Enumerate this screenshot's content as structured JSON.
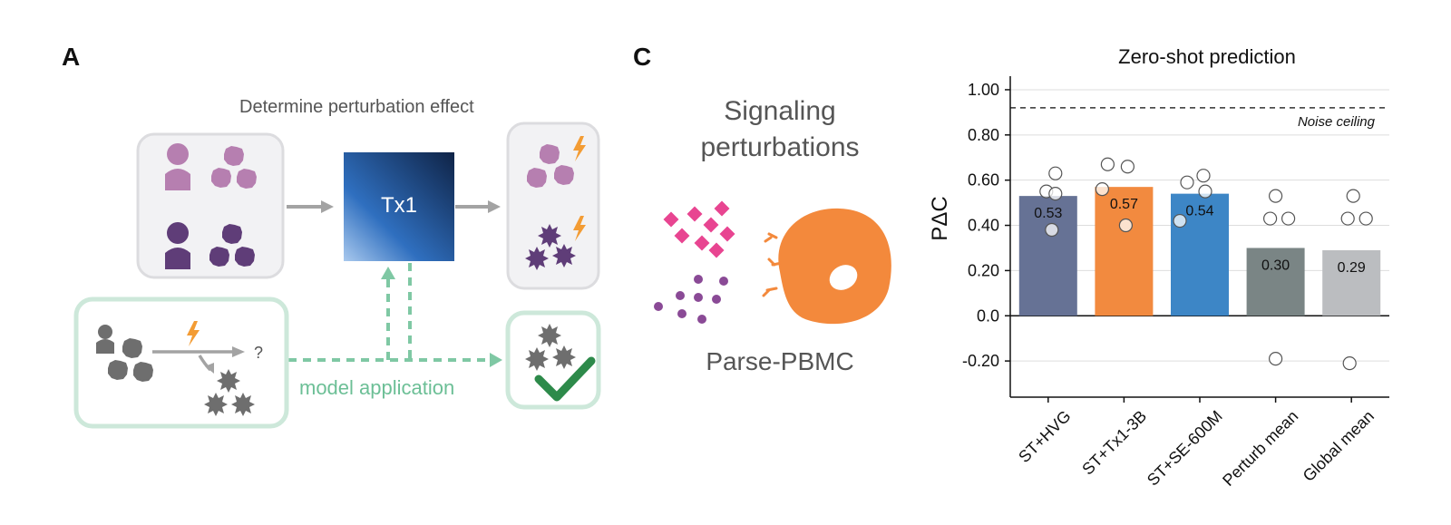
{
  "panel_a": {
    "letter": "A",
    "subtitle": "Determine perturbation effect",
    "model_label": "Tx1",
    "question_mark": "?",
    "application_label": "model application",
    "colors": {
      "pink": "#b67fb0",
      "purple": "#5f3d78",
      "gray": "#6e6e6e",
      "green": "#7fc8a4",
      "blue": "#1f4f98",
      "orange": "#f39c34"
    }
  },
  "panel_c": {
    "letter": "C",
    "title_line1": "Signaling",
    "title_line2": "perturbations",
    "dataset_label": "Parse-PBMC",
    "colors": {
      "cell": "#f3893c",
      "pink": "#e84591",
      "purple": "#8a4a96"
    }
  },
  "chart_data": {
    "type": "bar",
    "title": "Zero-shot prediction",
    "ylabel": "PΔC",
    "xlabel": "",
    "ylim": [
      -0.36,
      1.06
    ],
    "yticks": [
      {
        "value": 1.0,
        "label": "1.00"
      },
      {
        "value": 0.8,
        "label": "0.80"
      },
      {
        "value": 0.6,
        "label": "0.60"
      },
      {
        "value": 0.4,
        "label": "0.40"
      },
      {
        "value": 0.2,
        "label": "0.20"
      },
      {
        "value": 0.0,
        "label": "0.0"
      },
      {
        "value": -0.2,
        "label": "-0.20"
      }
    ],
    "grid": true,
    "noise_ceiling": {
      "value": 0.92,
      "label": "Noise ceiling"
    },
    "categories": [
      "ST+HVG",
      "ST+Tx1-3B",
      "ST+SE-600M",
      "Perturb mean",
      "Global mean"
    ],
    "values": [
      0.53,
      0.57,
      0.54,
      0.3,
      0.29
    ],
    "value_labels": [
      "0.53",
      "0.57",
      "0.54",
      "0.30",
      "0.29"
    ],
    "colors": [
      "#667295",
      "#f28a3f",
      "#3d86c6",
      "#7a8585",
      "#bbbdc0"
    ],
    "points": [
      [
        0.63,
        0.55,
        0.54,
        0.38
      ],
      [
        0.67,
        0.66,
        0.56,
        0.4
      ],
      [
        0.62,
        0.59,
        0.55,
        0.42
      ],
      [
        0.53,
        0.43,
        0.43,
        -0.19
      ],
      [
        0.53,
        0.43,
        0.43,
        -0.21
      ]
    ]
  }
}
